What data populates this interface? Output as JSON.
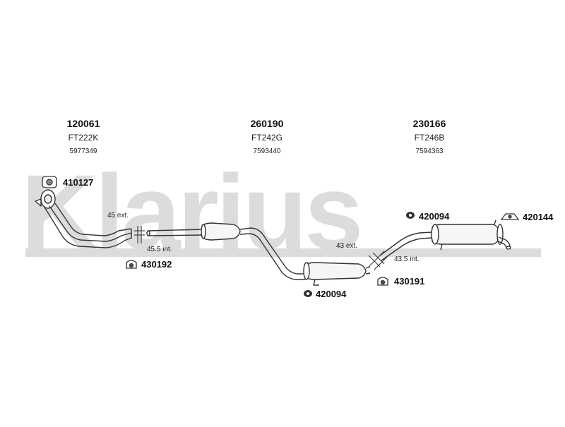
{
  "watermark": "Klarius",
  "sections": [
    {
      "code": "120061",
      "model": "FT222K",
      "oem": "5977349"
    },
    {
      "code": "260190",
      "model": "FT242G",
      "oem": "7593440"
    },
    {
      "code": "230166",
      "model": "FT246B",
      "oem": "7594363"
    }
  ],
  "dimensions": {
    "d1": "45 ext.",
    "d2": "45.5 int.",
    "d3": "43 ext.",
    "d4": "43.5 int."
  },
  "fittings": {
    "clamp_top": "410127",
    "mount_front": "430192",
    "hanger_mid": "420094",
    "hanger_rear": "420094",
    "mount_rear": "430191",
    "bracket_end": "420144"
  },
  "colors": {
    "line": "#333333",
    "watermark": "#dcdcdc"
  }
}
